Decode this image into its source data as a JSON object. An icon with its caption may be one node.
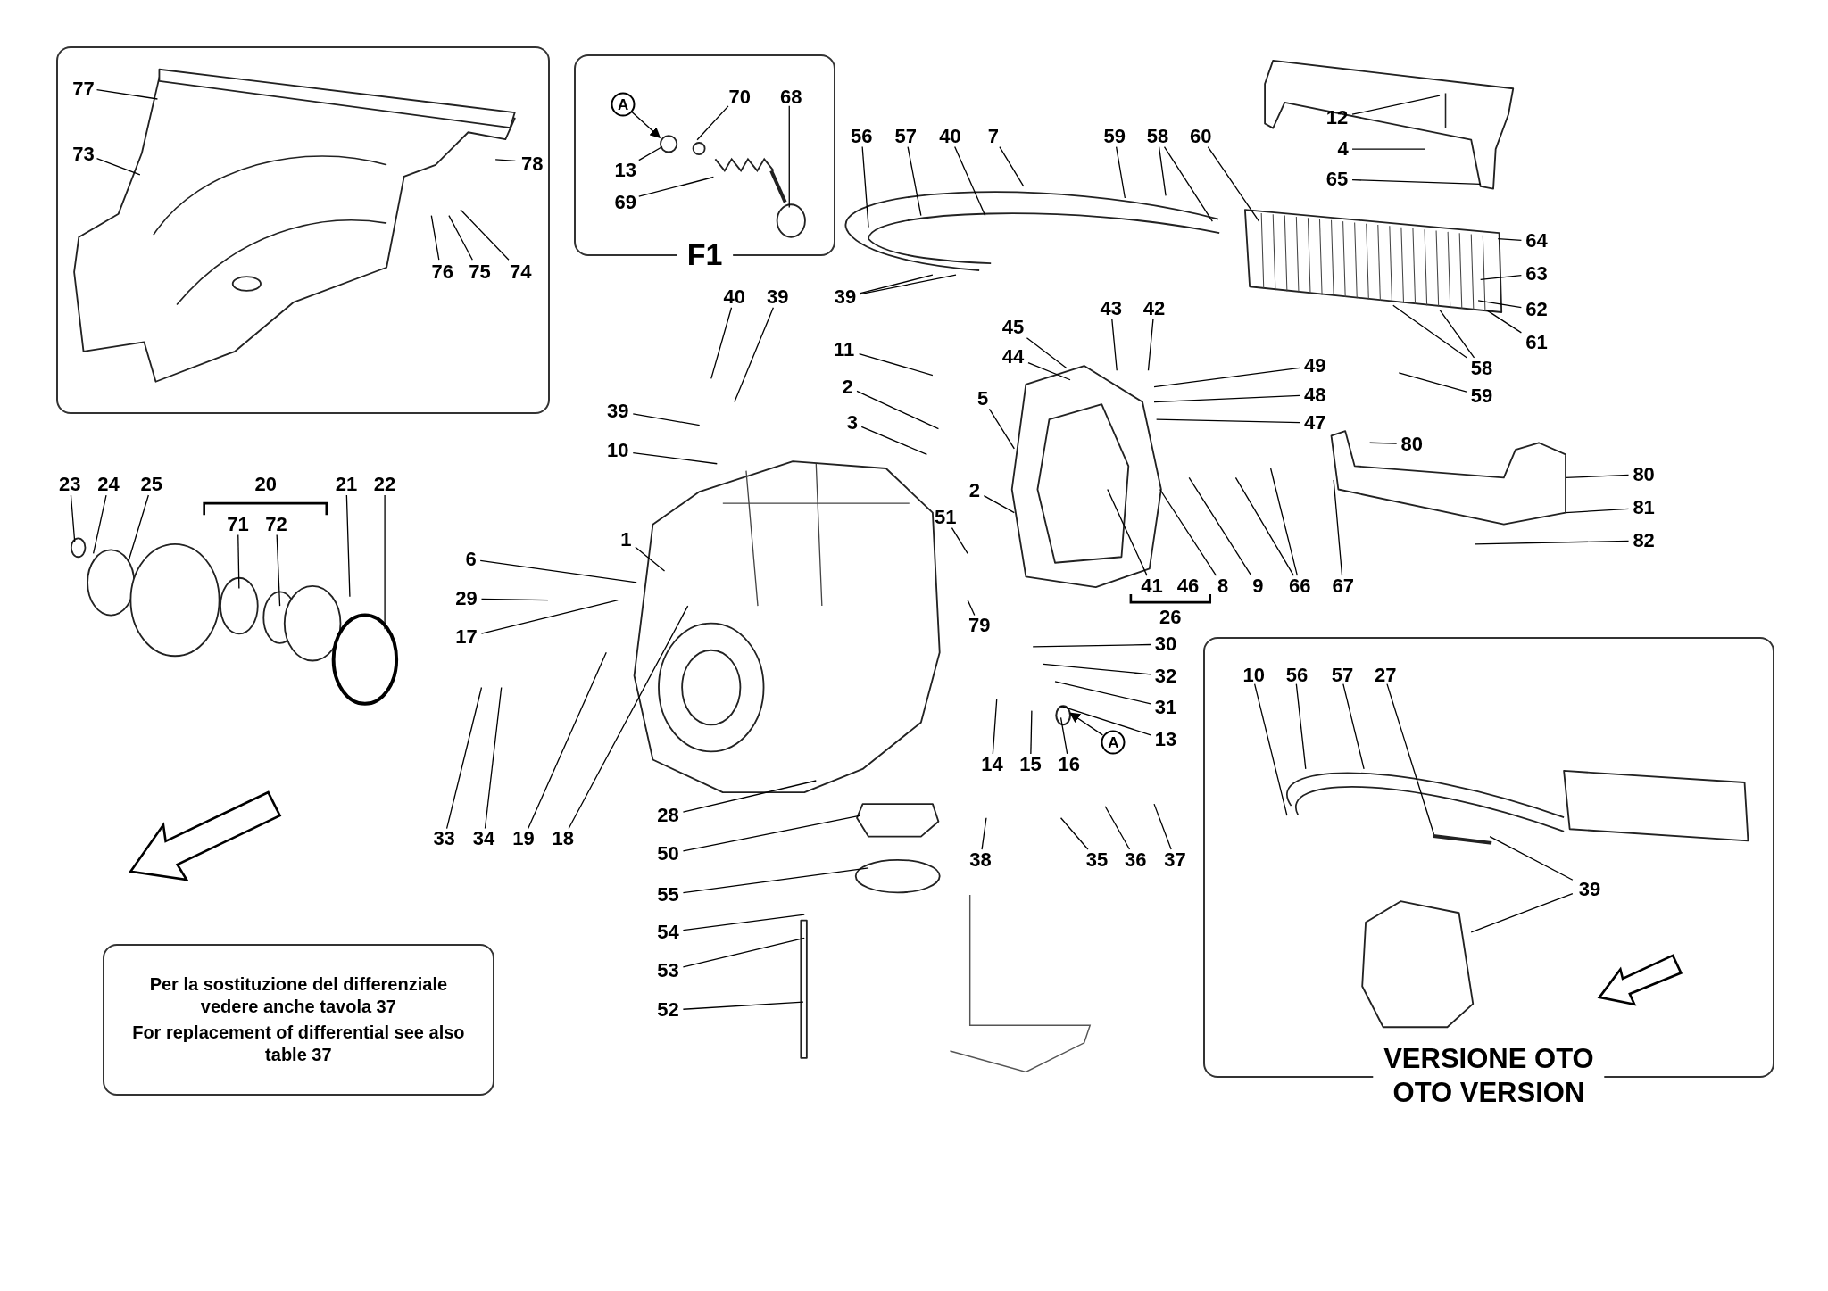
{
  "diagram": {
    "nodes": [
      {
        "text": [],
        "shape": "box"
      },
      {
        "text": [
          "77"
        ],
        "in": 0
      },
      {
        "text": [
          "73"
        ],
        "in": 0
      },
      {
        "text": [
          "78"
        ],
        "in": 0
      },
      {
        "text": [
          "76"
        ],
        "in": 0
      },
      {
        "text": [
          "75"
        ],
        "in": 0
      },
      {
        "text": [
          "74"
        ],
        "in": 0
      },
      {
        "text": [
          "F1"
        ]
      },
      {
        "text": [
          "A"
        ],
        "in": 7
      },
      {
        "text": [
          "70"
        ],
        "in": 7
      },
      {
        "text": [
          "68"
        ],
        "in": 7
      },
      {
        "text": [
          "13"
        ],
        "in": 7
      },
      {
        "text": [
          "69"
        ],
        "in": 7
      },
      {
        "text": [
          "56"
        ]
      },
      {
        "text": [
          "57"
        ]
      },
      {
        "text": [
          "40"
        ]
      },
      {
        "text": [
          "7"
        ]
      },
      {
        "text": [
          "59"
        ]
      },
      {
        "text": [
          "58"
        ]
      },
      {
        "text": [
          "60"
        ]
      },
      {
        "text": [
          "12"
        ]
      },
      {
        "text": [
          "4"
        ]
      },
      {
        "text": [
          "65"
        ]
      },
      {
        "text": [
          "64"
        ]
      },
      {
        "text": [
          "63"
        ]
      },
      {
        "text": [
          "62"
        ]
      },
      {
        "text": [
          "61"
        ]
      },
      {
        "text": [
          "40"
        ]
      },
      {
        "text": [
          "39"
        ]
      },
      {
        "text": [
          "39"
        ]
      },
      {
        "text": [
          "45"
        ]
      },
      {
        "text": [
          "43"
        ]
      },
      {
        "text": [
          "42"
        ]
      },
      {
        "text": [
          "11"
        ]
      },
      {
        "text": [
          "44"
        ]
      },
      {
        "text": [
          "49"
        ]
      },
      {
        "text": [
          "58"
        ]
      },
      {
        "text": [
          "2"
        ]
      },
      {
        "text": [
          "48"
        ]
      },
      {
        "text": [
          "59"
        ]
      },
      {
        "text": [
          "5"
        ]
      },
      {
        "text": [
          "39"
        ]
      },
      {
        "text": [
          "3"
        ]
      },
      {
        "text": [
          "47"
        ]
      },
      {
        "text": [
          "80"
        ]
      },
      {
        "text": [
          "10"
        ]
      },
      {
        "text": [
          "80"
        ]
      },
      {
        "text": [
          "23"
        ]
      },
      {
        "text": [
          "24"
        ]
      },
      {
        "text": [
          "25"
        ]
      },
      {
        "text": [
          "20"
        ]
      },
      {
        "text": [
          "21"
        ]
      },
      {
        "text": [
          "22"
        ]
      },
      {
        "text": [
          "2"
        ]
      },
      {
        "text": [
          "81"
        ]
      },
      {
        "text": [
          "51"
        ]
      },
      {
        "text": [
          "71"
        ]
      },
      {
        "text": [
          "72"
        ]
      },
      {
        "text": [
          "1"
        ]
      },
      {
        "text": [
          "82"
        ]
      },
      {
        "text": [
          "6"
        ]
      },
      {
        "text": [
          "8"
        ]
      },
      {
        "text": [
          "9"
        ]
      },
      {
        "text": [
          "66"
        ]
      },
      {
        "text": [
          "67"
        ]
      },
      {
        "text": [
          "41"
        ]
      },
      {
        "text": [
          "46"
        ]
      },
      {
        "text": [
          "29"
        ]
      },
      {
        "text": [
          "26"
        ]
      },
      {
        "text": [
          "79"
        ]
      },
      {
        "text": [
          "17"
        ]
      },
      {
        "text": [
          "30"
        ]
      },
      {
        "text": [
          "32"
        ]
      },
      {
        "text": [
          "31"
        ]
      },
      {
        "text": [
          "13"
        ]
      },
      {
        "text": [
          "A"
        ]
      },
      {
        "text": [
          "14"
        ]
      },
      {
        "text": [
          "15"
        ]
      },
      {
        "text": [
          "16"
        ]
      },
      {
        "text": [
          "28"
        ]
      },
      {
        "text": [
          "33"
        ]
      },
      {
        "text": [
          "34"
        ]
      },
      {
        "text": [
          "19"
        ]
      },
      {
        "text": [
          "18"
        ]
      },
      {
        "text": [
          "50"
        ]
      },
      {
        "text": [
          "38"
        ]
      },
      {
        "text": [
          "35"
        ]
      },
      {
        "text": [
          "36"
        ]
      },
      {
        "text": [
          "37"
        ]
      },
      {
        "text": [
          "55"
        ]
      },
      {
        "text": [
          "54"
        ]
      },
      {
        "text": [
          "53"
        ]
      },
      {
        "text": [
          "52"
        ]
      },
      {
        "text": [
          "VERSIONE OTO",
          "OTO VERSION"
        ]
      },
      {
        "text": [
          "10"
        ],
        "in": 93
      },
      {
        "text": [
          "56"
        ],
        "in": 93
      },
      {
        "text": [
          "57"
        ],
        "in": 93
      },
      {
        "text": [
          "27"
        ],
        "in": 93
      },
      {
        "text": [
          "39"
        ],
        "in": 93
      },
      {
        "text": [
          "Per la sostituzione del differenziale vedere anche tavola 37",
          "For replacement of differential see  also table 37"
        ]
      },
      {
        "text": [],
        "shape": "picture",
        "in": 0
      },
      {
        "text": [],
        "shape": "picture",
        "in": 7
      },
      {
        "text": [],
        "shape": "picture"
      },
      {
        "text": [],
        "shape": "picture"
      },
      {
        "text": [],
        "shape": "picture"
      },
      {
        "text": [],
        "shape": "picture"
      },
      {
        "text": [],
        "shape": "picture"
      },
      {
        "text": [],
        "shape": "picture"
      },
      {
        "text": [],
        "shape": "picture"
      },
      {
        "text": [],
        "shape": "picture"
      },
      {
        "text": [],
        "shape": "picture",
        "in": 93
      },
      {
        "text": [],
        "shape": "picture",
        "in": 93
      },
      {
        "text": [],
        "shape": "circle"
      }
    ],
    "edges": [
      {
        "from": 1,
        "to": 100,
        "arrow": "none"
      },
      {
        "from": 2,
        "to": 100,
        "arrow": "none"
      },
      {
        "from": 3,
        "to": 100,
        "arrow": "none"
      },
      {
        "from": 4,
        "to": 100,
        "arrow": "none"
      },
      {
        "from": 5,
        "to": 100,
        "arrow": "none"
      },
      {
        "from": 6,
        "to": 100,
        "arrow": "none"
      },
      {
        "from": 8,
        "to": 101,
        "arrow": "to"
      },
      {
        "from": 9,
        "to": 101,
        "arrow": "none"
      },
      {
        "from": 10,
        "to": 101,
        "arrow": "none"
      },
      {
        "from": 11,
        "to": 101,
        "arrow": "none"
      },
      {
        "from": 12,
        "to": 101,
        "arrow": "none"
      },
      {
        "from": 13,
        "to": 104,
        "arrow": "none"
      },
      {
        "from": 14,
        "to": 104,
        "arrow": "none"
      },
      {
        "from": 15,
        "to": 104,
        "arrow": "none"
      },
      {
        "from": 16,
        "to": 104,
        "arrow": "none"
      },
      {
        "from": 17,
        "to": 104,
        "arrow": "none"
      },
      {
        "from": 18,
        "to": 104,
        "arrow": "none"
      },
      {
        "from": 18,
        "to": 104,
        "arrow": "none"
      },
      {
        "from": 19,
        "to": 103,
        "arrow": "none"
      },
      {
        "from": 20,
        "to": 102,
        "arrow": "none"
      },
      {
        "from": 21,
        "to": 102,
        "arrow": "none"
      },
      {
        "from": 22,
        "to": 102,
        "arrow": "none"
      },
      {
        "from": 23,
        "to": 103,
        "arrow": "none"
      },
      {
        "from": 24,
        "to": 103,
        "arrow": "none"
      },
      {
        "from": 25,
        "to": 103,
        "arrow": "none"
      },
      {
        "from": 26,
        "to": 103,
        "arrow": "none"
      },
      {
        "from": 27,
        "to": null,
        "arrow": "none"
      },
      {
        "from": 28,
        "to": null,
        "arrow": "none"
      },
      {
        "from": 29,
        "to": 104,
        "arrow": "none"
      },
      {
        "from": 29,
        "to": 104,
        "arrow": "none"
      },
      {
        "from": 30,
        "to": 105,
        "arrow": "none"
      },
      {
        "from": 31,
        "to": 105,
        "arrow": "none"
      },
      {
        "from": 32,
        "to": 105,
        "arrow": "none"
      },
      {
        "from": 33,
        "to": null,
        "arrow": "none"
      },
      {
        "from": 34,
        "to": 105,
        "arrow": "none"
      },
      {
        "from": 35,
        "to": 105,
        "arrow": "none"
      },
      {
        "from": 36,
        "to": 103,
        "arrow": "none"
      },
      {
        "from": 36,
        "to": 103,
        "arrow": "none"
      },
      {
        "from": 37,
        "to": null,
        "arrow": "none"
      },
      {
        "from": 38,
        "to": 105,
        "arrow": "none"
      },
      {
        "from": 39,
        "to": null,
        "arrow": "none"
      },
      {
        "from": 40,
        "to": 105,
        "arrow": "none"
      },
      {
        "from": 41,
        "to": null,
        "arrow": "none"
      },
      {
        "from": 42,
        "to": null,
        "arrow": "none"
      },
      {
        "from": 43,
        "to": 105,
        "arrow": "none"
      },
      {
        "from": 44,
        "to": 106,
        "arrow": "none"
      },
      {
        "from": 45,
        "to": 108,
        "arrow": "none"
      },
      {
        "from": 46,
        "to": 106,
        "arrow": "none"
      },
      {
        "from": 47,
        "to": 107,
        "arrow": "none"
      },
      {
        "from": 48,
        "to": 107,
        "arrow": "none"
      },
      {
        "from": 49,
        "to": 107,
        "arrow": "none"
      },
      {
        "from": 51,
        "to": 107,
        "arrow": "none"
      },
      {
        "from": 52,
        "to": 107,
        "arrow": "none"
      },
      {
        "from": 53,
        "to": 105,
        "arrow": "none"
      },
      {
        "from": 54,
        "to": 106,
        "arrow": "none"
      },
      {
        "from": 55,
        "to": null,
        "arrow": "none"
      },
      {
        "from": 56,
        "to": 107,
        "arrow": "none"
      },
      {
        "from": 57,
        "to": 107,
        "arrow": "none"
      },
      {
        "from": 58,
        "to": 108,
        "arrow": "none"
      },
      {
        "from": 59,
        "to": null,
        "arrow": "none"
      },
      {
        "from": 60,
        "to": 108,
        "arrow": "none"
      },
      {
        "from": 61,
        "to": 105,
        "arrow": "none"
      },
      {
        "from": 62,
        "to": null,
        "arrow": "none"
      },
      {
        "from": 63,
        "to": null,
        "arrow": "none"
      },
      {
        "from": 63,
        "to": null,
        "arrow": "none"
      },
      {
        "from": 64,
        "to": 106,
        "arrow": "none"
      },
      {
        "from": 65,
        "to": 105,
        "arrow": "none"
      },
      {
        "from": 67,
        "to": null,
        "arrow": "none"
      },
      {
        "from": 69,
        "to": null,
        "arrow": "none"
      },
      {
        "from": 70,
        "to": null,
        "arrow": "none"
      },
      {
        "from": 71,
        "to": null,
        "arrow": "none"
      },
      {
        "from": 72,
        "to": null,
        "arrow": "none"
      },
      {
        "from": 73,
        "to": null,
        "arrow": "none"
      },
      {
        "from": 74,
        "to": 112,
        "arrow": "none"
      },
      {
        "from": 75,
        "to": 112,
        "arrow": "to"
      },
      {
        "from": 76,
        "to": null,
        "arrow": "none"
      },
      {
        "from": 77,
        "to": null,
        "arrow": "none"
      },
      {
        "from": 78,
        "to": 112,
        "arrow": "none"
      },
      {
        "from": 79,
        "to": 108,
        "arrow": "none"
      },
      {
        "from": 80,
        "to": null,
        "arrow": "none"
      },
      {
        "from": 81,
        "to": null,
        "arrow": "none"
      },
      {
        "from": 82,
        "to": null,
        "arrow": "none"
      },
      {
        "from": 83,
        "to": 108,
        "arrow": "none"
      },
      {
        "from": 84,
        "to": 109,
        "arrow": "none"
      },
      {
        "from": 85,
        "to": null,
        "arrow": "none"
      },
      {
        "from": 86,
        "to": null,
        "arrow": "none"
      },
      {
        "from": 87,
        "to": null,
        "arrow": "none"
      },
      {
        "from": 88,
        "to": null,
        "arrow": "none"
      },
      {
        "from": 89,
        "to": 109,
        "arrow": "none"
      },
      {
        "from": 90,
        "to": 109,
        "arrow": "none"
      },
      {
        "from": 91,
        "to": 109,
        "arrow": "none"
      },
      {
        "from": 92,
        "to": 109,
        "arrow": "none"
      },
      {
        "from": 94,
        "to": 110,
        "arrow": "none"
      },
      {
        "from": 95,
        "to": 110,
        "arrow": "none"
      },
      {
        "from": 96,
        "to": 110,
        "arrow": "none"
      },
      {
        "from": 97,
        "to": 111,
        "arrow": "none"
      },
      {
        "from": 98,
        "to": 111,
        "arrow": "none"
      },
      {
        "from": 98,
        "to": 111,
        "arrow": "none"
      }
    ]
  }
}
